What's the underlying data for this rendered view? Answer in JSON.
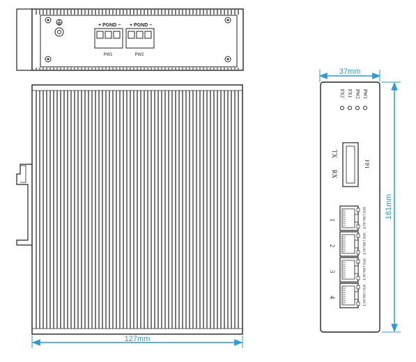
{
  "top_view": {
    "pw1_label": "PW1",
    "pw2_label": "PW2",
    "terminal_header": "+ PGND −",
    "ground_symbol": "ground-symbol"
  },
  "side_view": {
    "width_dimension": "127mm"
  },
  "front_view": {
    "width_dimension": "37mm",
    "height_dimension": "161mm",
    "leds": [
      "FX2",
      "FX1",
      "PW2",
      "PW1"
    ],
    "fiber": {
      "tx": "TX",
      "rx": "RX",
      "port_label": "FP1"
    },
    "ports": [
      {
        "number": "1",
        "led_label": "SPD LNK/ACT"
      },
      {
        "number": "2",
        "led_label": "SPD LNK/ACT"
      },
      {
        "number": "3",
        "led_label": "SPD LNK/ACT"
      },
      {
        "number": "4",
        "led_label": "SPD LNK/ACT"
      }
    ]
  },
  "colors": {
    "dimension_line": "#2a9ad8",
    "outline": "#222222"
  }
}
